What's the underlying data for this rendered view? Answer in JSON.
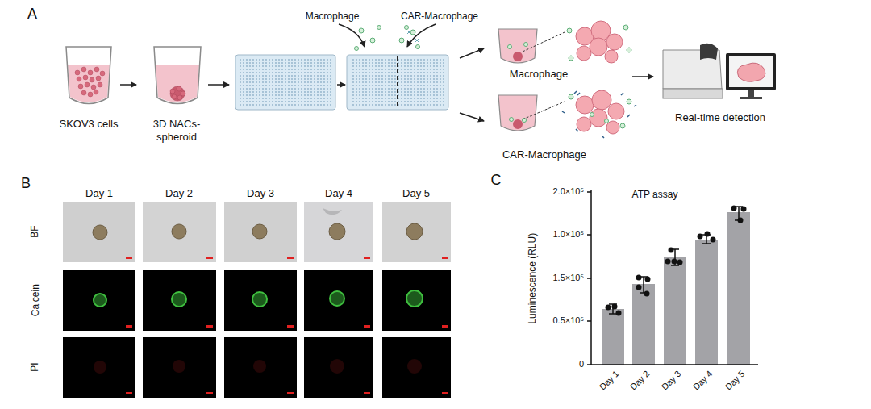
{
  "diagram": {
    "nodes": [
      {
        "text": [
          "SKOV3 cells"
        ]
      },
      {
        "text": [
          "3D NACs-spheroid"
        ]
      },
      {
        "text": [
          "Macrophage"
        ]
      },
      {
        "text": [
          "CAR-Macrophage"
        ]
      },
      {
        "text": [
          "Real-time detection"
        ]
      }
    ],
    "edges": [
      {
        "from": 0,
        "to": 1,
        "arrow": "to"
      }
    ],
    "labels": [
      "A",
      "Macrophage",
      "CAR-Macrophage",
      "B",
      "Day 1",
      "Day 2",
      "Day 3",
      "Day 4",
      "Day 5",
      "BF",
      "Calcein",
      "PI",
      "C",
      "ATP assay",
      "Luminescence (RLU)",
      "2.0×10⁵",
      "1.0×10⁵",
      "1.5×10⁵",
      "0.5×10⁵",
      "0",
      "Day 1",
      "Day 2",
      "Day 3",
      "Day 4",
      "Day 5"
    ]
  }
}
